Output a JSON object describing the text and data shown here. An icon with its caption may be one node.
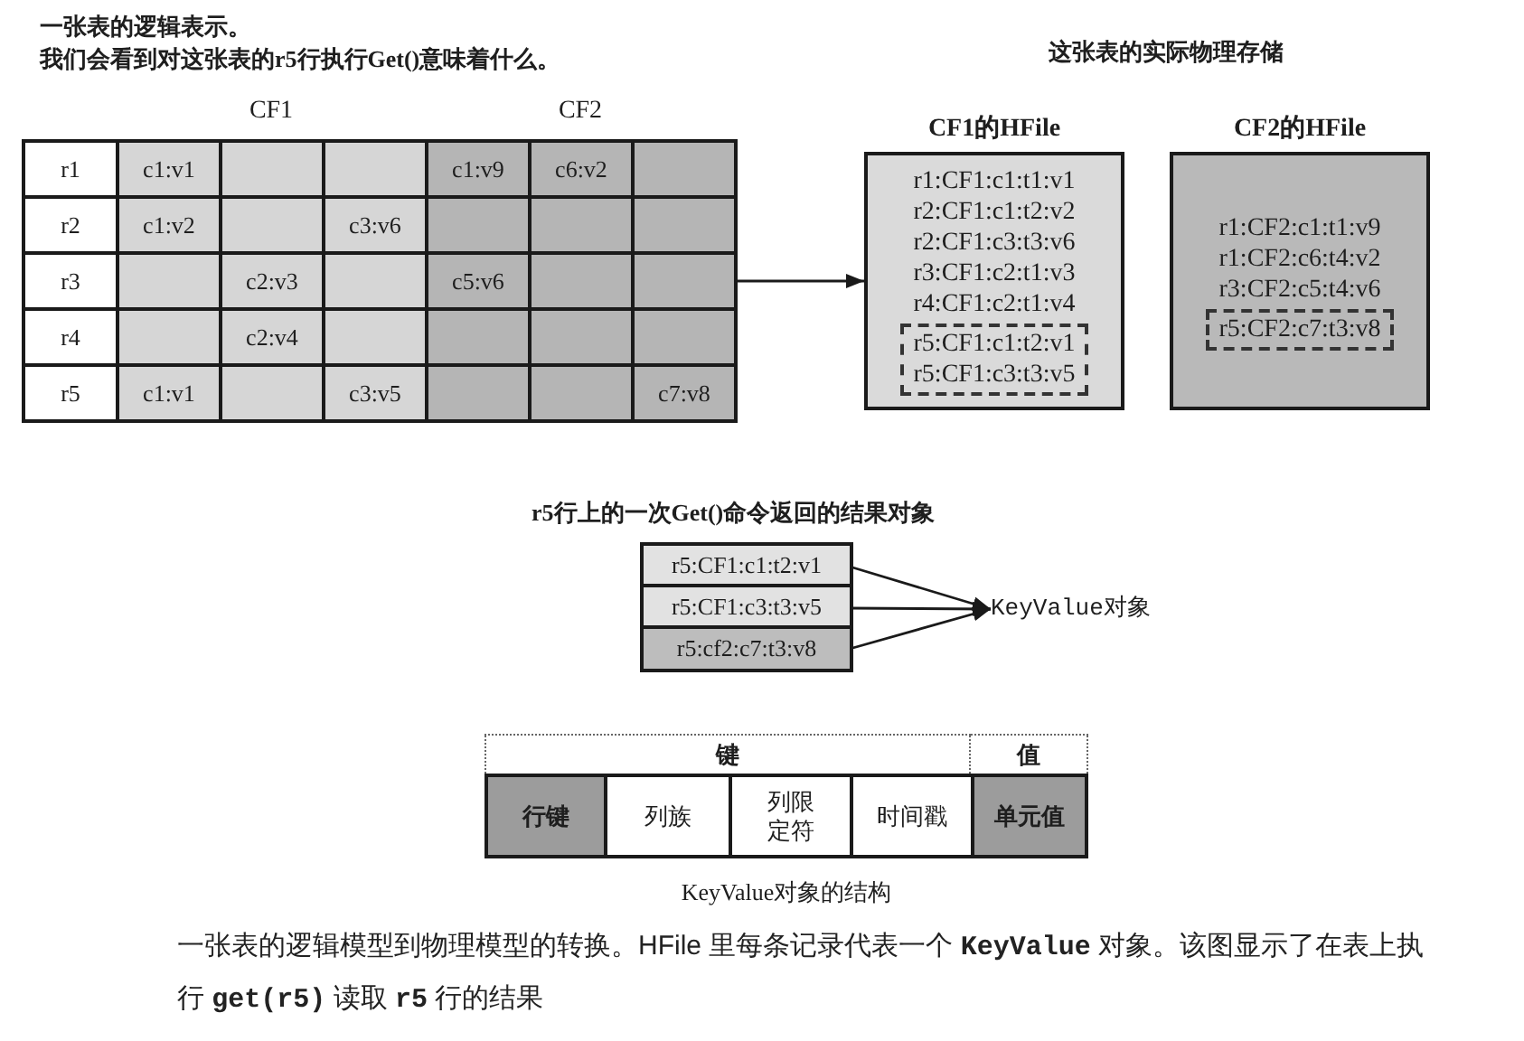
{
  "diagram": {
    "caption": "一张表的逻辑模型到物理模型的转换。HFile 里每条记录代表一个 **KeyValue** 对象。该图显示了在表上执行 **get(r5)** 读取 **r5** 行的结果",
    "nodes": [
      {
        "text": [
          "CF1",
          "CF2"
        ]
      },
      {
        "text": [
          "CF1的HFile",
          "r1:CF1:c1:t1:v1",
          "r2:CF1:c1:t2:v2",
          "r2:CF1:c3:t3:v6",
          "r3:CF1:c2:t1:v3",
          "r4:CF1:c2:t1:v4"
        ]
      },
      {
        "text": [
          "r5:CF1:c1:t2:v1",
          "r5:CF1:c3:t3:v5"
        ],
        "in": 1
      },
      {
        "text": [
          "CF2的HFile",
          "r1:CF2:c1:t1:v9",
          "r1:CF2:c6:t4:v2",
          "r3:CF2:c5:t4:v6"
        ]
      },
      {
        "text": [
          "r5:CF2:c7:t3:v8"
        ],
        "in": 3
      },
      {
        "text": [
          "r5行上的一次Get()命令返回的结果对象"
        ]
      },
      {
        "text": [
          "r5:CF1:c1:t2:v1"
        ],
        "in": 5
      },
      {
        "text": [
          "r5:CF1:c3:t3:v5"
        ],
        "in": 5
      },
      {
        "text": [
          "r5:cf2:c7:t3:v8"
        ],
        "in": 5
      },
      {
        "text": [
          "KeyValue对象"
        ]
      },
      {
        "text": [
          "键"
        ]
      },
      {
        "text": [
          "值"
        ]
      },
      {
        "text": [
          "行键"
        ]
      },
      {
        "text": [
          "列族"
        ]
      },
      {
        "text": [
          "列限定符"
        ]
      },
      {
        "text": [
          "时间戳"
        ]
      },
      {
        "text": [
          "单元值"
        ]
      }
    ],
    "edges": [
      {
        "from": 0,
        "to": 1,
        "arrow": "to"
      },
      {
        "from": 6,
        "to": 9,
        "arrow": "to"
      },
      {
        "from": 7,
        "to": 9,
        "arrow": "to"
      },
      {
        "from": 8,
        "to": 9,
        "arrow": "to"
      }
    ],
    "labels": [
      "一张表的逻辑表示。",
      "我们会看到对这张表的r5行执行Get()意味着什么。",
      "这张表的实际物理存储",
      "r1",
      "c1:v1",
      "c1:v9",
      "c6:v2",
      "r2",
      "c1:v2",
      "c3:v6",
      "r3",
      "c2:v3",
      "c5:v6",
      "r4",
      "c2:v4",
      "r5",
      "c1:v1",
      "c3:v5",
      "c7:v8",
      "KeyValue对象的结构"
    ]
  }
}
